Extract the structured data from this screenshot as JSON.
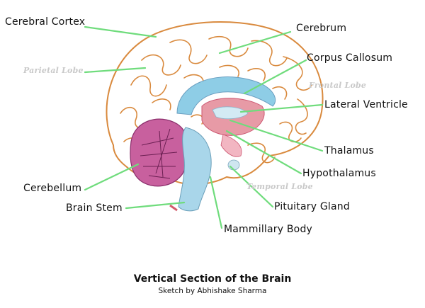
{
  "labels": {
    "cerebral_cortex": "Cerebral Cortex",
    "cerebrum": "Cerebrum",
    "corpus_callosum": "Corpus Callosum",
    "parietal_lobe": "Parietal Lobe",
    "frontal_lobe": "Frontal Lobe",
    "lateral_ventricle": "Lateral Ventricle",
    "thalamus": "Thalamus",
    "hypothalamus": "Hypothalamus",
    "temporal_lobe": "Temporal Lobe",
    "cerebellum": "Cerebellum",
    "brain_stem": "Brain Stem",
    "pituitary_gland": "Pituitary Gland",
    "mammillary_body": "Mammillary Body"
  },
  "caption": {
    "title": "Vertical Section of the Brain",
    "credit": "Sketch by Abhishake Sharma"
  },
  "colors": {
    "leader": "#6fdc7c",
    "gyri": "#d98a3e",
    "callosum": "#8ecde6",
    "thalamus": "#e79aa6",
    "cerebellum": "#c8609e",
    "stem": "#a9d6ea"
  }
}
